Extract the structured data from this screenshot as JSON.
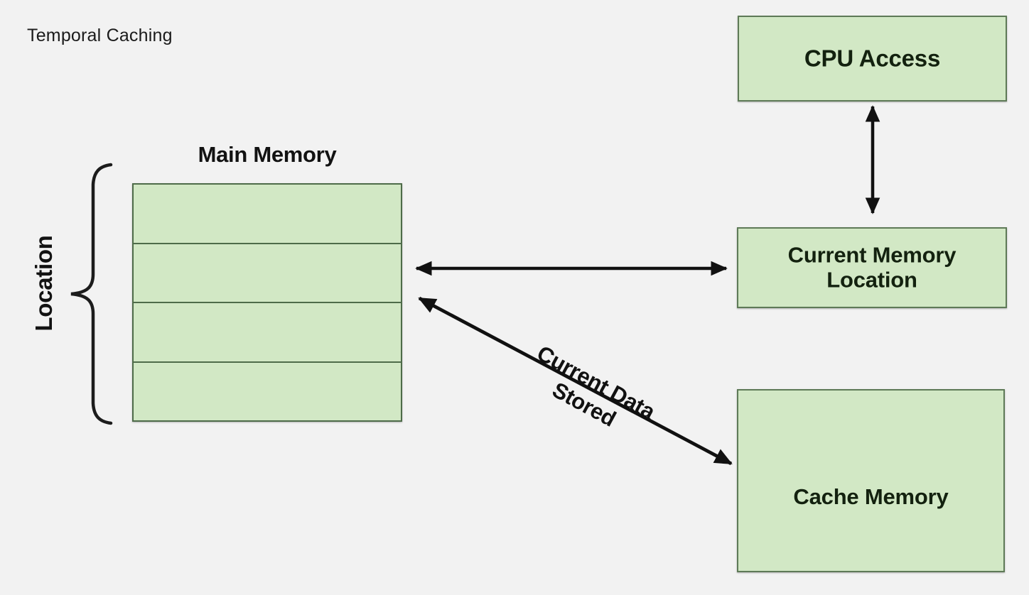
{
  "page": {
    "title": "Temporal Caching",
    "background_color": "#f2f2f2"
  },
  "theme": {
    "node_fill": "#d2e8c5",
    "node_border": "#5e7a57",
    "text_color": "#13210f",
    "arrow_color": "#111111"
  },
  "main_memory": {
    "title": "Main Memory",
    "rows": [
      {
        "label": ""
      },
      {
        "label": ""
      },
      {
        "label": ""
      },
      {
        "label": ""
      }
    ],
    "brace_label": "Location"
  },
  "nodes": {
    "cpu_access": {
      "label": "CPU Access"
    },
    "current_memory_location": {
      "label": "Current Memory Location"
    },
    "cache_memory": {
      "label": "Cache Memory"
    }
  },
  "connectors": {
    "cpu_to_memory_location": {
      "label": "",
      "direction": "bidirectional"
    },
    "main_memory_to_current_location": {
      "label": "",
      "direction": "bidirectional"
    },
    "main_memory_to_cache": {
      "label": "Current Data Stored",
      "direction": "bidirectional"
    }
  }
}
